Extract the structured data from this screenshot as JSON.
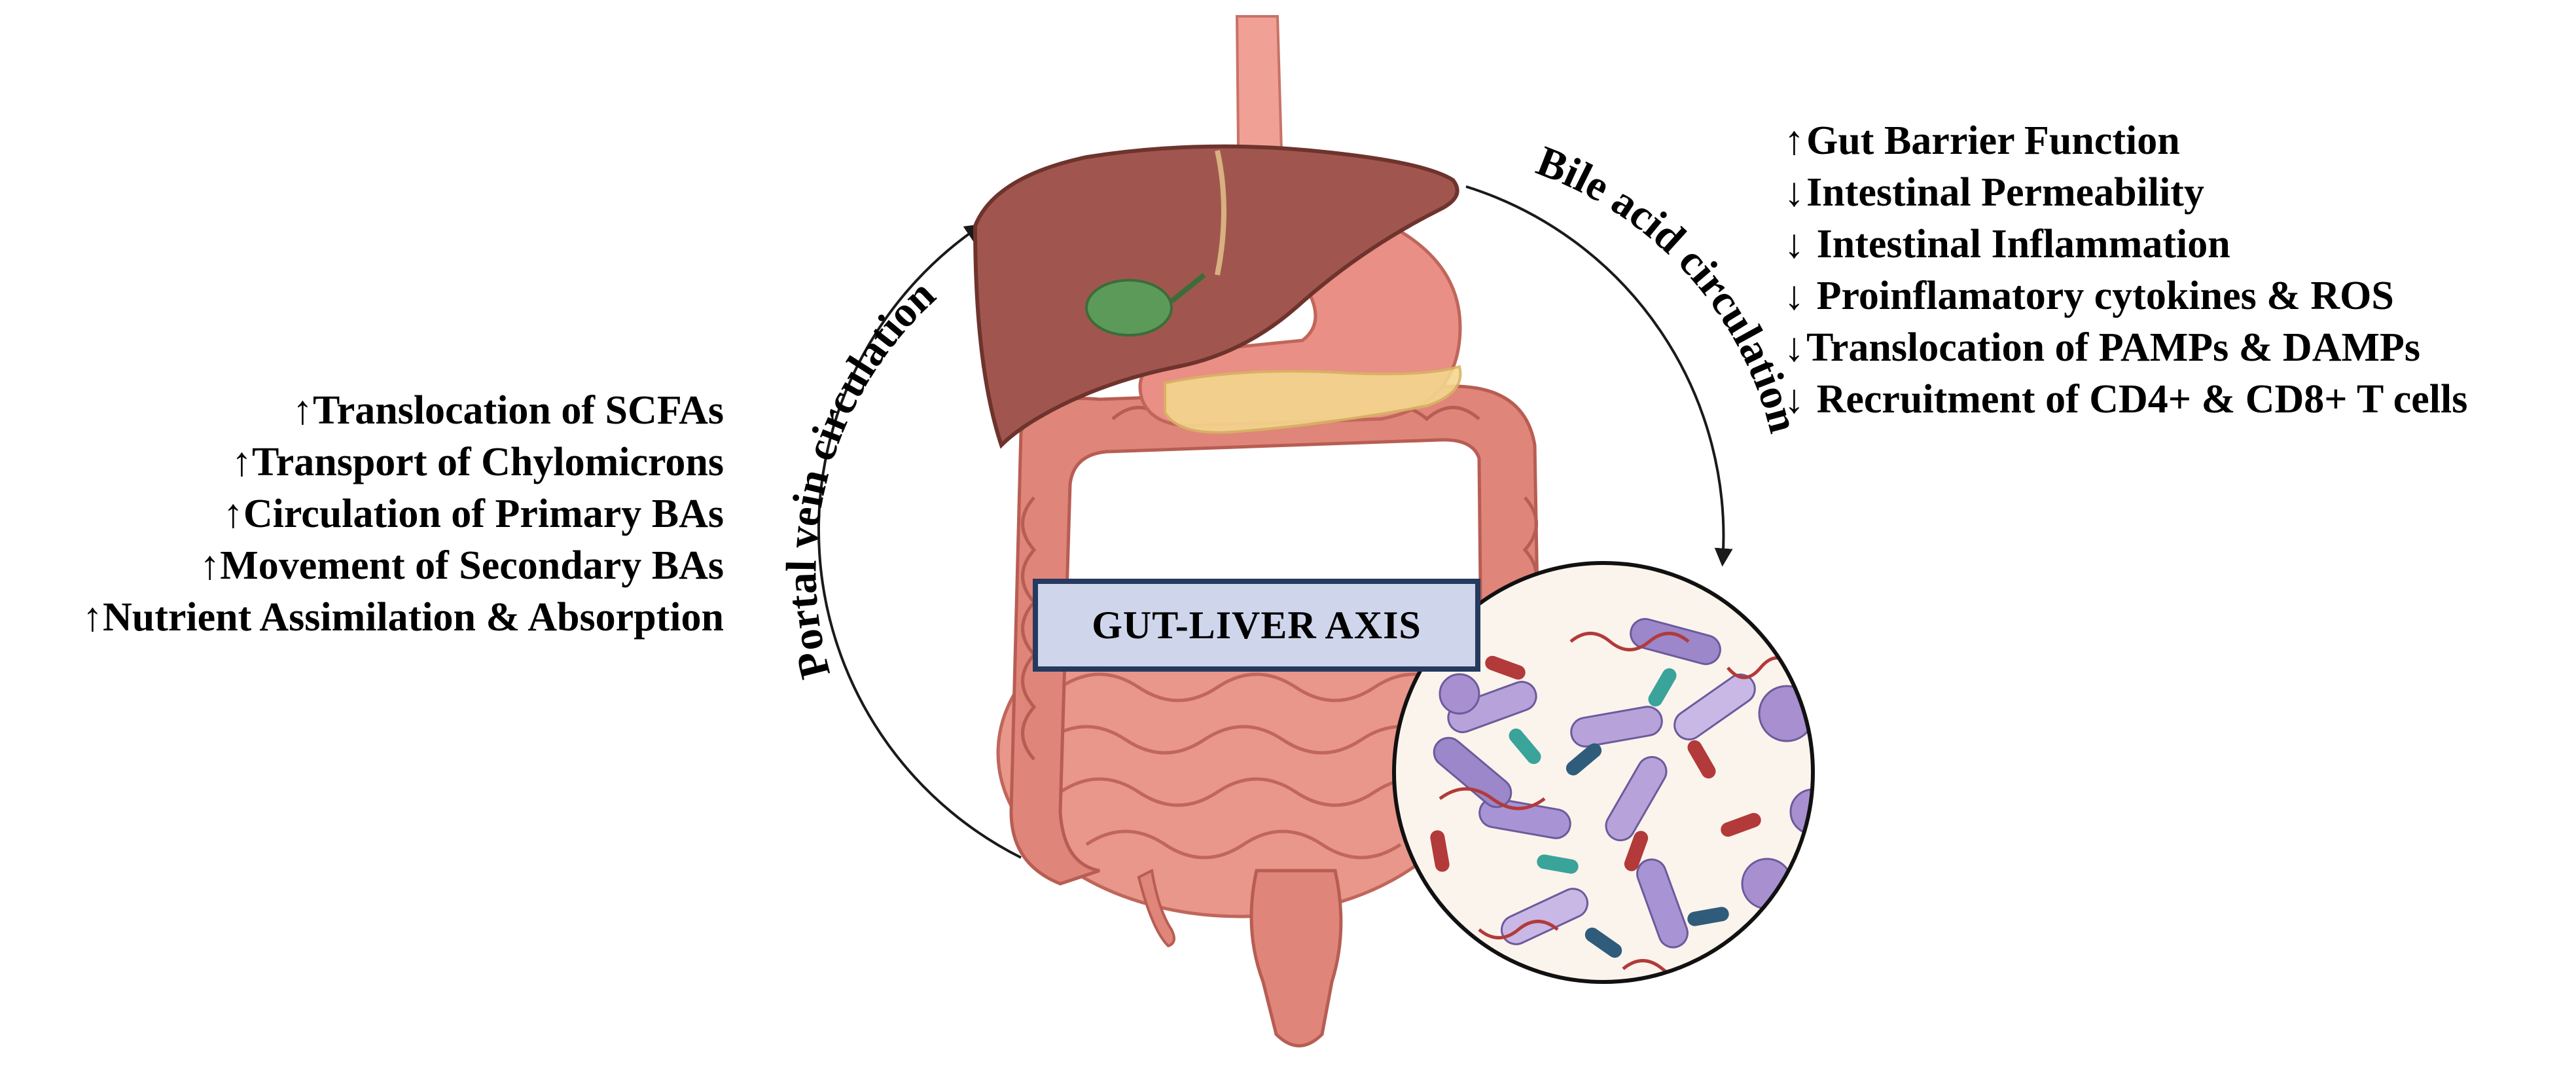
{
  "left_list": [
    {
      "arrow": "↑",
      "text": "Translocation of SCFAs"
    },
    {
      "arrow": "↑",
      "text": "Transport of Chylomicrons"
    },
    {
      "arrow": "↑",
      "text": "Circulation of Primary BAs"
    },
    {
      "arrow": "↑",
      "text": "Movement of Secondary BAs"
    },
    {
      "arrow": "↑",
      "text": "Nutrient Assimilation & Absorption"
    }
  ],
  "right_list": [
    {
      "arrow": "↑",
      "text": "Gut Barrier Function"
    },
    {
      "arrow": "↓",
      "text": "Intestinal Permeability"
    },
    {
      "arrow": "↓",
      "text": " Intestinal Inflammation"
    },
    {
      "arrow": "↓",
      "text": " Proinflamatory cytokines & ROS"
    },
    {
      "arrow": "↓",
      "text": "Translocation of PAMPs & DAMPs"
    },
    {
      "arrow": "↓",
      "text": " Recruitment of CD4+ & CD8+ T cells"
    }
  ],
  "labels": {
    "portal_vein": "Portal vein circulation",
    "bile_acid": "Bile acid circulation",
    "axis": "GUT-LIVER AXIS"
  },
  "colors": {
    "liver": "#a0564e",
    "gallbladder": "#5c9a5a",
    "stomach": "#e98f85",
    "esophagus": "#f0a095",
    "intestine": "#e0857a",
    "pancreas": "#f5d78e",
    "box_fill": "#cfd6ec",
    "box_border": "#26395e"
  }
}
